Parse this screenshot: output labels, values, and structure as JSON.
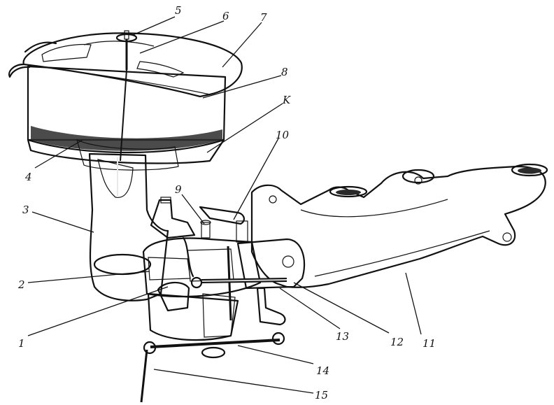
{
  "callouts": [
    {
      "id": "c1",
      "text": "1"
    },
    {
      "id": "c2",
      "text": "2"
    },
    {
      "id": "c3",
      "text": "3"
    },
    {
      "id": "c4",
      "text": "4"
    },
    {
      "id": "c5",
      "text": "5"
    },
    {
      "id": "c6",
      "text": "6"
    },
    {
      "id": "c7",
      "text": "7"
    },
    {
      "id": "c8",
      "text": "8"
    },
    {
      "id": "cK",
      "text": "K"
    },
    {
      "id": "c9",
      "text": "9"
    },
    {
      "id": "c10",
      "text": "10"
    },
    {
      "id": "c11",
      "text": "11"
    },
    {
      "id": "c12",
      "text": "12"
    },
    {
      "id": "c13",
      "text": "13"
    },
    {
      "id": "c14",
      "text": "14"
    },
    {
      "id": "c15",
      "text": "15"
    }
  ],
  "colors": {
    "ink": "#111111",
    "shade_dark": "#3a3a3a",
    "shade_mid": "#8a8a8a",
    "shade_light": "#d6d6d6",
    "paper": "#ffffff"
  }
}
